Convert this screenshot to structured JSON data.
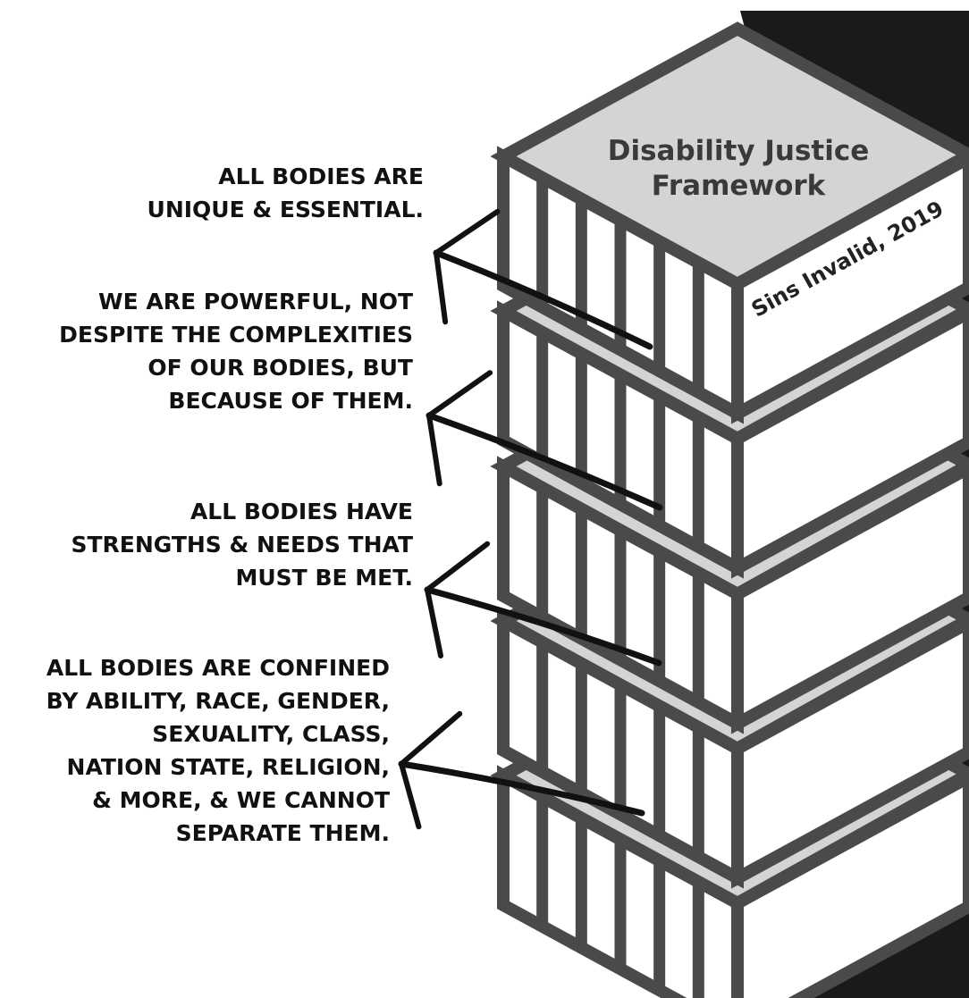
{
  "diagram": {
    "title_lines": [
      "Disability Justice",
      "Framework"
    ],
    "source": "Sins Invalid, 2019",
    "principles": [
      {
        "lines": [
          "ALL BODIES ARE",
          "UNIQUE & ESSENTIAL."
        ]
      },
      {
        "lines": [
          "WE ARE POWERFUL, NOT",
          "DESPITE THE COMPLEXITIES",
          "OF OUR BODIES, BUT",
          "BECAUSE OF THEM."
        ]
      },
      {
        "lines": [
          "ALL BODIES HAVE",
          "STRENGTHS & NEEDS THAT",
          "MUST BE MET."
        ]
      },
      {
        "lines": [
          "ALL BODIES ARE CONFINED",
          "BY ABILITY, RACE, GENDER,",
          "SEXUALITY, CLASS,",
          "NATION STATE, RELIGION,",
          "& MORE, & WE CANNOT",
          "SEPARATE THEM."
        ]
      }
    ]
  },
  "colors": {
    "background": "#ffffff",
    "shadow": "#1a1a1a",
    "outline": "#4a4a4a",
    "top_face": "#d4d4d4",
    "side_face": "#ffffff",
    "text": "#111111",
    "title_text": "#3a3a3a"
  }
}
